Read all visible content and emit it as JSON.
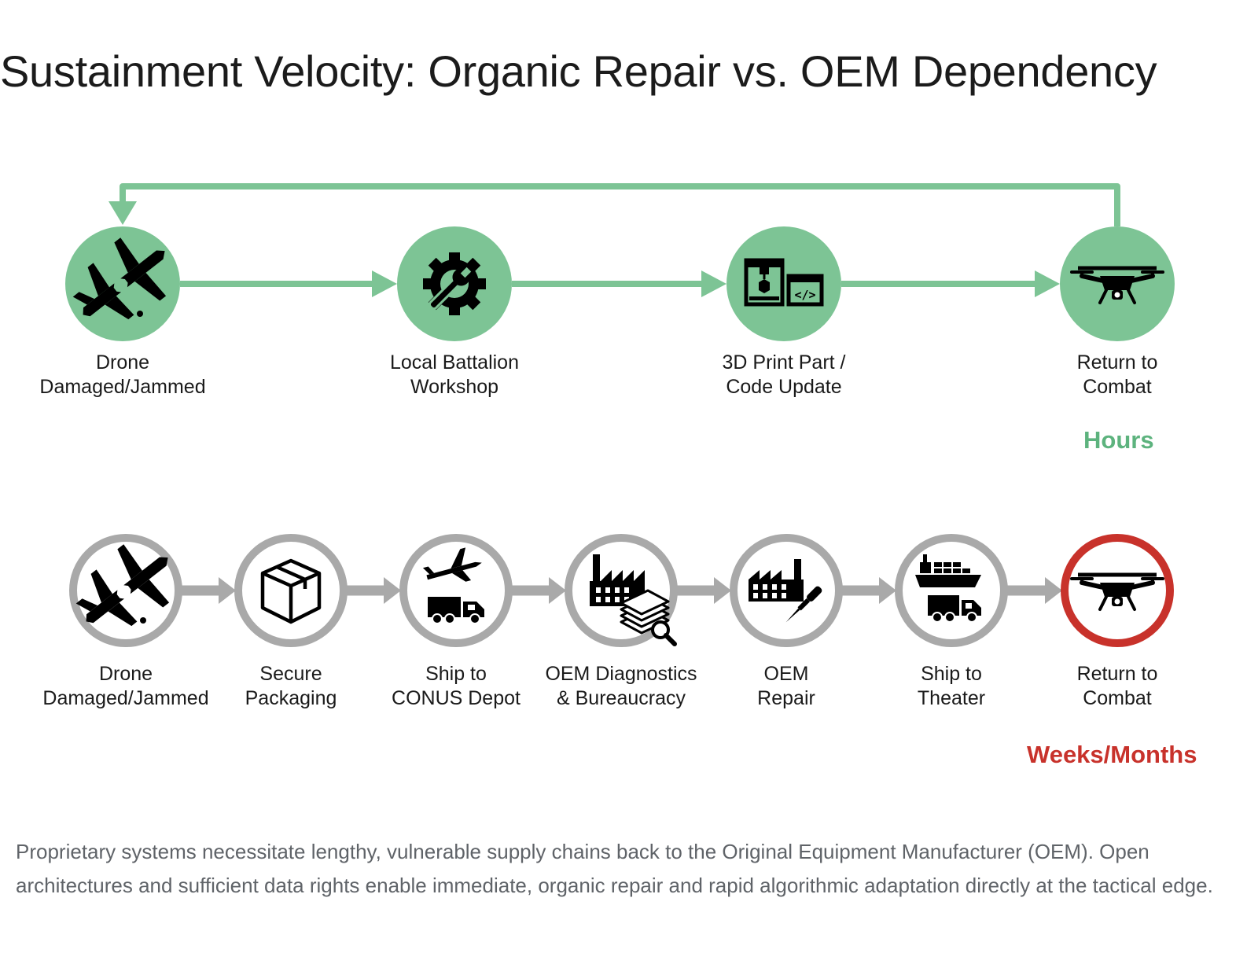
{
  "title": "Sustainment Velocity: Organic Repair vs. OEM Dependency",
  "colors": {
    "green": "#7dc495",
    "green_dark": "#5db37e",
    "gray": "#a9a9a9",
    "red": "#c8322b",
    "text": "#1a1a1a",
    "caption": "#5f6368"
  },
  "organic": {
    "duration": "Hours",
    "steps": [
      {
        "line1": "Drone",
        "line2": "Damaged/Jammed",
        "icon": "broken-plane-icon"
      },
      {
        "line1": "Local Battalion",
        "line2": "Workshop",
        "icon": "gear-wrench-icon"
      },
      {
        "line1": "3D Print Part /",
        "line2": "Code Update",
        "icon": "printer-code-icon"
      },
      {
        "line1": "Return to",
        "line2": "Combat",
        "icon": "drone-icon"
      }
    ]
  },
  "oem": {
    "duration": "Weeks/Months",
    "steps": [
      {
        "line1": "Drone",
        "line2": "Damaged/Jammed",
        "icon": "broken-plane-icon"
      },
      {
        "line1": "Secure",
        "line2": "Packaging",
        "icon": "box-icon"
      },
      {
        "line1": "Ship to",
        "line2": "CONUS Depot",
        "icon": "plane-truck-icon"
      },
      {
        "line1": "OEM Diagnostics",
        "line2": "& Bureaucracy",
        "icon": "factory-papers-icon"
      },
      {
        "line1": "OEM",
        "line2": "Repair",
        "icon": "factory-solder-icon"
      },
      {
        "line1": "Ship to",
        "line2": "Theater",
        "icon": "ship-truck-icon"
      },
      {
        "line1": "Return to",
        "line2": "Combat",
        "icon": "drone-icon"
      }
    ]
  },
  "caption": "Proprietary systems necessitate lengthy, vulnerable supply chains back to the Original Equipment Manufacturer (OEM). Open architectures and sufficient data rights enable immediate, organic repair and rapid algorithmic adaptation directly at the tactical edge."
}
